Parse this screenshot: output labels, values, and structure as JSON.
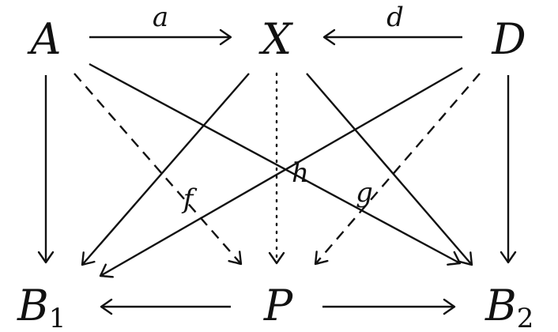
{
  "nodes": [
    {
      "id": "A",
      "label": "A",
      "sub": ""
    },
    {
      "id": "X",
      "label": "X",
      "sub": ""
    },
    {
      "id": "D",
      "label": "D",
      "sub": ""
    },
    {
      "id": "B1",
      "label": "B",
      "sub": "1"
    },
    {
      "id": "P",
      "label": "P",
      "sub": ""
    },
    {
      "id": "B2",
      "label": "B",
      "sub": "2"
    }
  ],
  "edges": [
    {
      "id": "a",
      "from": "A",
      "to": "X",
      "label": "a",
      "style": "solid"
    },
    {
      "id": "d",
      "from": "D",
      "to": "X",
      "label": "d",
      "style": "solid"
    },
    {
      "id": "A-B1",
      "from": "A",
      "to": "B1",
      "label": "",
      "style": "solid"
    },
    {
      "id": "D-B2",
      "from": "D",
      "to": "B2",
      "label": "",
      "style": "solid"
    },
    {
      "id": "P-B1",
      "from": "P",
      "to": "B1",
      "label": "",
      "style": "solid"
    },
    {
      "id": "P-B2",
      "from": "P",
      "to": "B2",
      "label": "",
      "style": "solid"
    },
    {
      "id": "X-B1",
      "from": "X",
      "to": "B1",
      "label": "",
      "style": "solid"
    },
    {
      "id": "X-B2",
      "from": "X",
      "to": "B2",
      "label": "",
      "style": "solid"
    },
    {
      "id": "A-B2",
      "from": "A",
      "to": "B2",
      "label": "",
      "style": "solid"
    },
    {
      "id": "D-B1",
      "from": "D",
      "to": "B1",
      "label": "",
      "style": "solid"
    },
    {
      "id": "f",
      "from": "A",
      "to": "P",
      "label": "f",
      "style": "dashed"
    },
    {
      "id": "g",
      "from": "D",
      "to": "P",
      "label": "g",
      "style": "dashed"
    },
    {
      "id": "h",
      "from": "X",
      "to": "P",
      "label": "h",
      "style": "dotted"
    }
  ]
}
